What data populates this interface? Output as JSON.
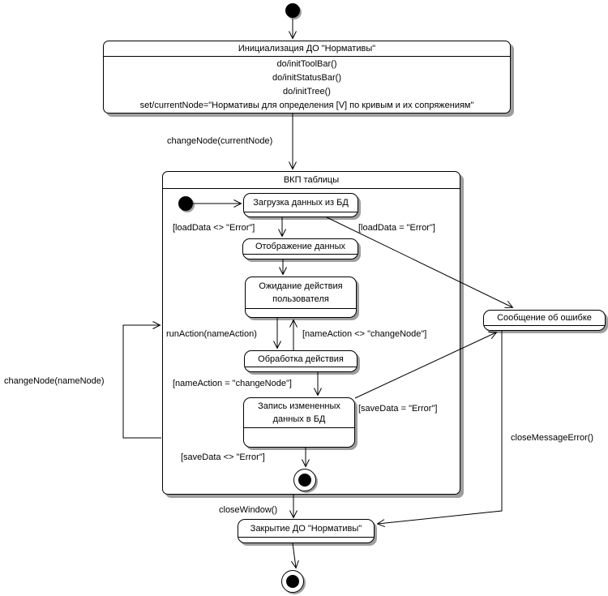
{
  "states": {
    "init": {
      "title": "Инициализация ДО \"Нормативы\"",
      "actions": [
        "do/initToolBar()",
        "do/initStatusBar()",
        "do/initTree()",
        "set/currentNode=\"Нормативы для определения [V] по кривым и их сопряжениям\""
      ]
    },
    "composite": {
      "title": "ВКП таблицы"
    },
    "load": {
      "title": "Загрузка данных из БД"
    },
    "display": {
      "title": "Отображение данных"
    },
    "wait": {
      "title": "Ожидание действия пользователя"
    },
    "process": {
      "title": "Обработка действия"
    },
    "save": {
      "title": "Запись измененных данных в БД"
    },
    "error": {
      "title": "Сообщение об ошибке"
    },
    "close": {
      "title": "Закрытие ДО \"Нормативы\""
    }
  },
  "transitions": {
    "change_node_current": "changeNode(currentNode)",
    "load_ok": "[loadData <> \"Error\"]",
    "load_err": "[loadData = \"Error\"]",
    "run_action": "runAction(nameAction)",
    "name_action_neq": "[nameAction <> \"changeNode\"]",
    "name_action_eq": "[nameAction = \"changeNode\"]",
    "save_err": "[saveData = \"Error\"]",
    "save_ok": "[saveData <> \"Error\"]",
    "close_window": "closeWindow()",
    "close_message_error": "closeMessageError()",
    "change_node_name": "changeNode(nameNode)"
  },
  "colors": {
    "border": "#000000",
    "fill": "#ffffff",
    "shadow": "#9e9e9e",
    "text": "#000000"
  }
}
